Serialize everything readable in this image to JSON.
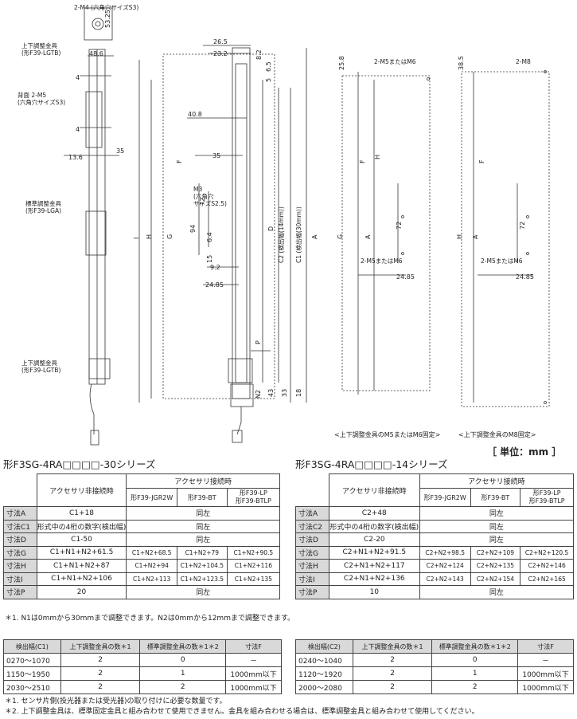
{
  "drawing": {
    "labels": {
      "m4": "2-M4 (六角穴サイズS3)",
      "top_bracket": "上下調整金具",
      "top_bracket_model": "(形F39-LGTB)",
      "back_m5": "背面 2-M5",
      "back_m5_sub": "(六角穴サイズS3)",
      "std_bracket": "標準調整金具",
      "std_bracket_model": "(形F39-LGA)",
      "bot_bracket": "上下調整金具",
      "bot_bracket_model": "(形F39-LGTB)",
      "m3": "M3",
      "m3_sub1": "(六角穴",
      "m3_sub2": "サイズS2.5)",
      "c2": "C2 (検出幅(14mm))",
      "c1": "C1 (検出幅(30mm))",
      "m5m6_a": "2-M5またはM6",
      "m5m6_b": "2-M5またはM6",
      "m8": "2-M8",
      "m5m6_c": "2-M5またはM6"
    },
    "dims": [
      "53.25",
      "48.6",
      "4",
      "4",
      "13.6",
      "35",
      "26.5",
      "23.2",
      "8.2",
      "6.5",
      "5",
      "40.8",
      "35",
      "F",
      "G",
      "H",
      "I",
      "D",
      "A",
      "94",
      "72",
      "6.4",
      "15",
      "9.2",
      "24.85",
      "P",
      "N2",
      "43",
      "33",
      "18",
      "25.8",
      "F",
      "G",
      "H",
      "A",
      "72",
      "24.85",
      "38.5",
      "F",
      "H",
      "A",
      "72",
      "24.85"
    ],
    "caption_left": "<上下調整金具のM5またはM6固定>",
    "caption_right": "<上下調整金具のM8固定>"
  },
  "unit_label": "［ 単位：mm ］",
  "series30": {
    "title": "形F3SG-4RA□□□□-30シリーズ",
    "head_no": "アクセサリ非接続時",
    "head_yes": "アクセサリ接続時",
    "sub": [
      "形F39-JGR2W",
      "形F39-BT",
      "形F39-LP",
      "形F39-BTLP"
    ],
    "rows": [
      {
        "name": "寸法A",
        "no": "C1+18",
        "same": "同左"
      },
      {
        "name": "寸法C1",
        "no": "形式中の4桁の数字(検出幅)",
        "same": "同左"
      },
      {
        "name": "寸法D",
        "no": "C1-50",
        "same": "同左"
      },
      {
        "name": "寸法G",
        "no": "C1+N1+N2+61.5",
        "v": [
          "C1+N2+68.5",
          "C1+N2+79",
          "C1+N2+90.5"
        ]
      },
      {
        "name": "寸法H",
        "no": "C1+N1+N2+87",
        "v": [
          "C1+N2+94",
          "C1+N2+104.5",
          "C1+N2+116"
        ]
      },
      {
        "name": "寸法I",
        "no": "C1+N1+N2+106",
        "v": [
          "C1+N2+113",
          "C1+N2+123.5",
          "C1+N2+135"
        ]
      },
      {
        "name": "寸法P",
        "no": "20",
        "same": "同左"
      }
    ]
  },
  "series14": {
    "title": "形F3SG-4RA□□□□-14シリーズ",
    "head_no": "アクセサリ非接続時",
    "head_yes": "アクセサリ接続時",
    "sub": [
      "形F39-JGR2W",
      "形F39-BT",
      "形F39-LP",
      "形F39-BTLP"
    ],
    "rows": [
      {
        "name": "寸法A",
        "no": "C2+48",
        "same": "同左"
      },
      {
        "name": "寸法C2",
        "no": "形式中の4桁の数字(検出幅)",
        "same": "同左"
      },
      {
        "name": "寸法D",
        "no": "C2-20",
        "same": "同左"
      },
      {
        "name": "寸法G",
        "no": "C2+N1+N2+91.5",
        "v": [
          "C2+N2+98.5",
          "C2+N2+109",
          "C2+N2+120.5"
        ]
      },
      {
        "name": "寸法H",
        "no": "C2+N1+N2+117",
        "v": [
          "C2+N2+124",
          "C2+N2+135",
          "C2+N2+146"
        ]
      },
      {
        "name": "寸法I",
        "no": "C2+N1+N2+136",
        "v": [
          "C2+N2+143",
          "C2+N2+154",
          "C2+N2+165"
        ]
      },
      {
        "name": "寸法P",
        "no": "10",
        "same": "同左"
      }
    ]
  },
  "note1": "＊1. N1は0mmから30mmまで調整できます。N2は0mmから12mmまで調整できます。",
  "bracket30": {
    "head": [
      "検出幅(C1)",
      "上下調整金具の数＊1",
      "標準調整金具の数＊1＊2",
      "寸法F"
    ],
    "rows": [
      [
        "0270～1070",
        "2",
        "0",
        "－"
      ],
      [
        "1150～1950",
        "2",
        "1",
        "1000mm以下"
      ],
      [
        "2030～2510",
        "2",
        "2",
        "1000mm以下"
      ]
    ]
  },
  "bracket14": {
    "head": [
      "検出幅(C2)",
      "上下調整金具の数＊1",
      "標準調整金具の数＊1＊2",
      "寸法F"
    ],
    "rows": [
      [
        "0240～1040",
        "2",
        "0",
        "－"
      ],
      [
        "1120～1920",
        "2",
        "1",
        "1000mm以下"
      ],
      [
        "2000～2080",
        "2",
        "2",
        "1000mm以下"
      ]
    ]
  },
  "foot1": "＊1. センサ片側(投光器または受光器)の取り付けに必要な数量です。",
  "foot2": "＊2. 上下調整金具は、標準固定金具と組み合わせて使用できません。金具を組み合わせる場合は、標準調整金具と組み合わせて使用してください。"
}
